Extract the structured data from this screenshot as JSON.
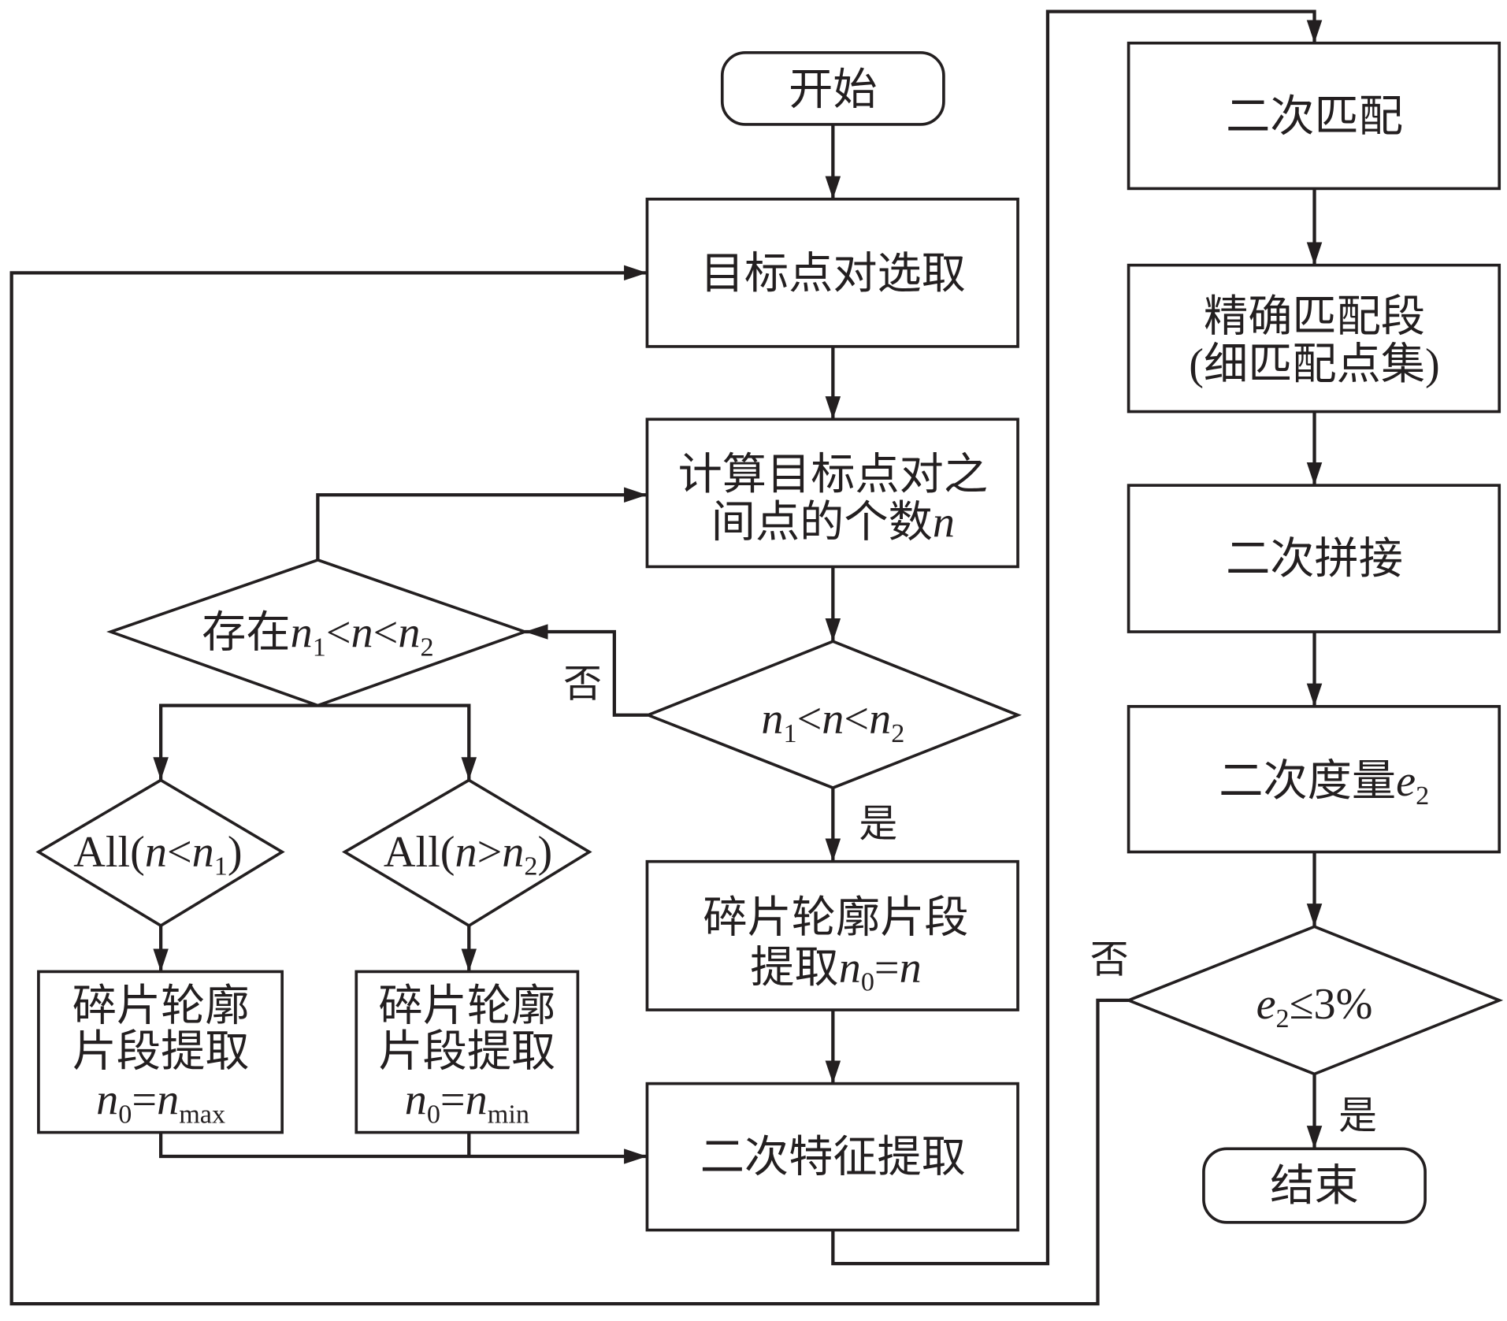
{
  "flowchart": {
    "start": {
      "label": "开始"
    },
    "select_pairs": {
      "label": "目标点对选取"
    },
    "count_points": {
      "line1": "计算目标点对之",
      "line2": [
        "间点的个数",
        "n"
      ]
    },
    "range_check": {
      "label": [
        "n",
        "1",
        "<",
        "n",
        "<",
        "n",
        "2"
      ],
      "yes": "是",
      "no": "否"
    },
    "exists_check": {
      "label": [
        "存在",
        "n",
        "1",
        "<",
        "n",
        "<",
        "n",
        "2"
      ]
    },
    "all_below_check": {
      "label": [
        "All(",
        "n",
        "<",
        "n",
        "1",
        ")"
      ]
    },
    "all_above_check": {
      "label": [
        "All(",
        "n",
        ">",
        "n",
        "2",
        ")"
      ]
    },
    "extract_max": {
      "line1": "碎片轮廓",
      "line2": "片段提取",
      "line3": [
        "n",
        "0",
        "=",
        "n",
        "max"
      ]
    },
    "extract_min": {
      "line1": "碎片轮廓",
      "line2": "片段提取",
      "line3": [
        "n",
        "0",
        "=",
        "n",
        "min"
      ]
    },
    "extract_n": {
      "line1": "碎片轮廓片段",
      "line2": [
        "提取",
        "n",
        "0",
        "=",
        "n"
      ]
    },
    "secondary_features": {
      "label": "二次特征提取"
    },
    "secondary_match": {
      "label": "二次匹配"
    },
    "precise_segments": {
      "line1": "精确匹配段",
      "line2": "(细匹配点集)"
    },
    "secondary_stitch": {
      "label": "二次拼接"
    },
    "secondary_measure": {
      "label": [
        "二次度量",
        "e",
        "2"
      ]
    },
    "threshold_check": {
      "label": [
        "e",
        "2",
        "≤3%"
      ],
      "yes": "是",
      "no": "否"
    },
    "end": {
      "label": "结束"
    }
  }
}
